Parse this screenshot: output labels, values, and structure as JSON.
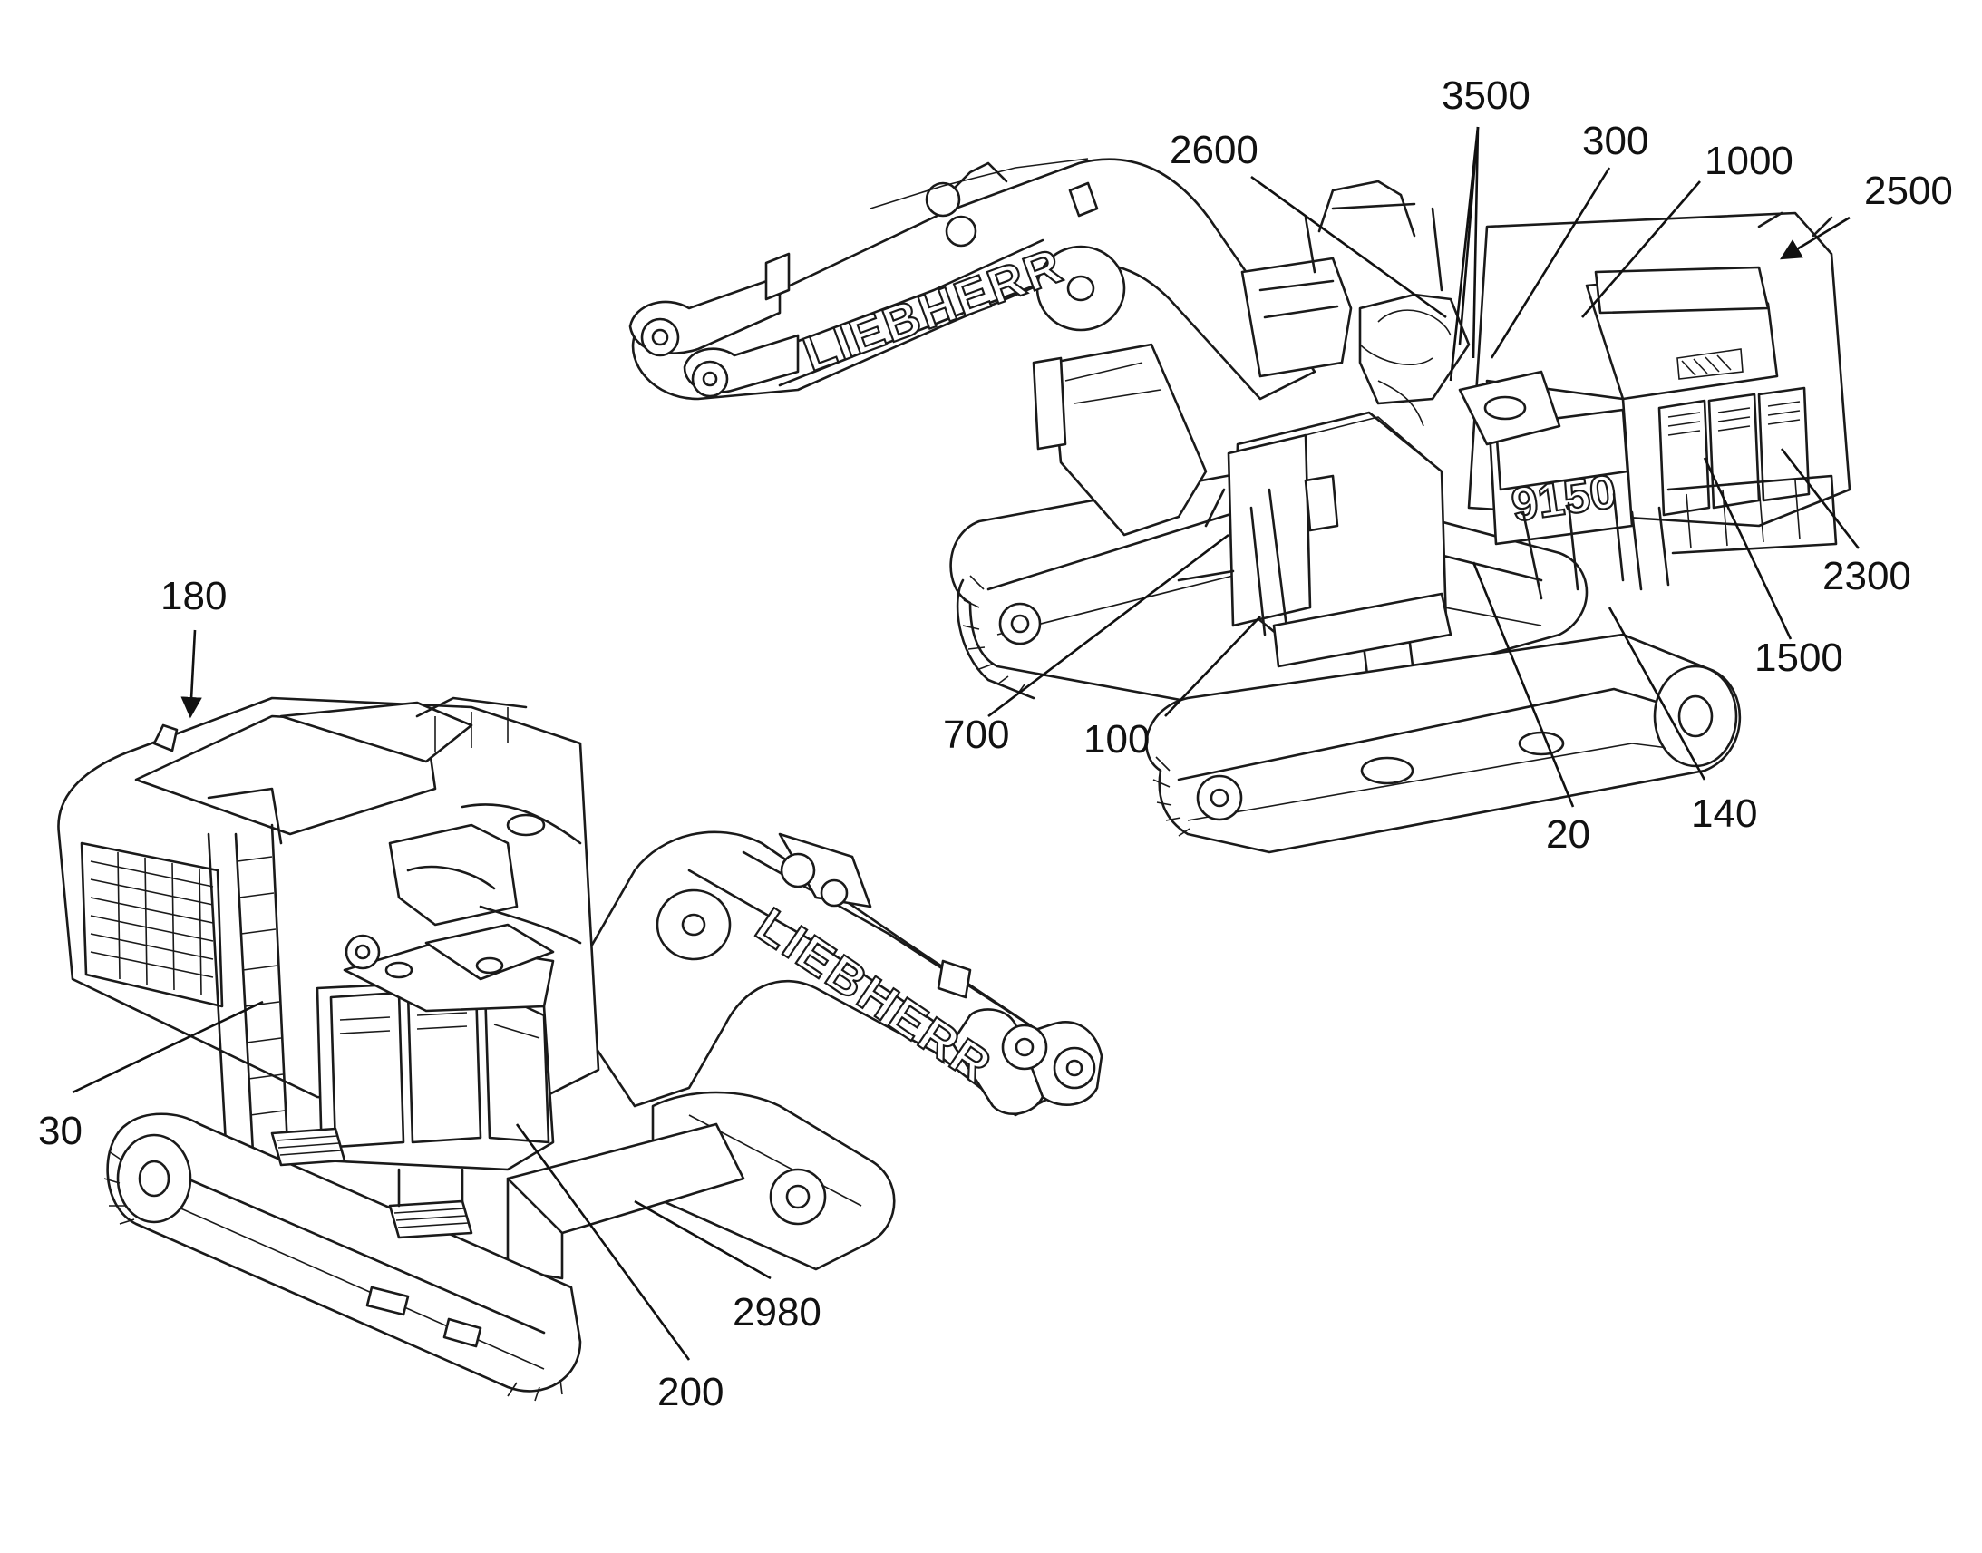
{
  "brand_text": "LIEBHERR",
  "model_text": "9150",
  "reference_numerals": {
    "r2600": "2600",
    "r3500": "3500",
    "r300": "300",
    "r1000": "1000",
    "r2500": "2500",
    "r2300": "2300",
    "r1500": "1500",
    "r140": "140",
    "r20": "20",
    "r100": "100",
    "r700": "700",
    "r180": "180",
    "r30": "30",
    "r2980": "2980",
    "r200": "200"
  }
}
